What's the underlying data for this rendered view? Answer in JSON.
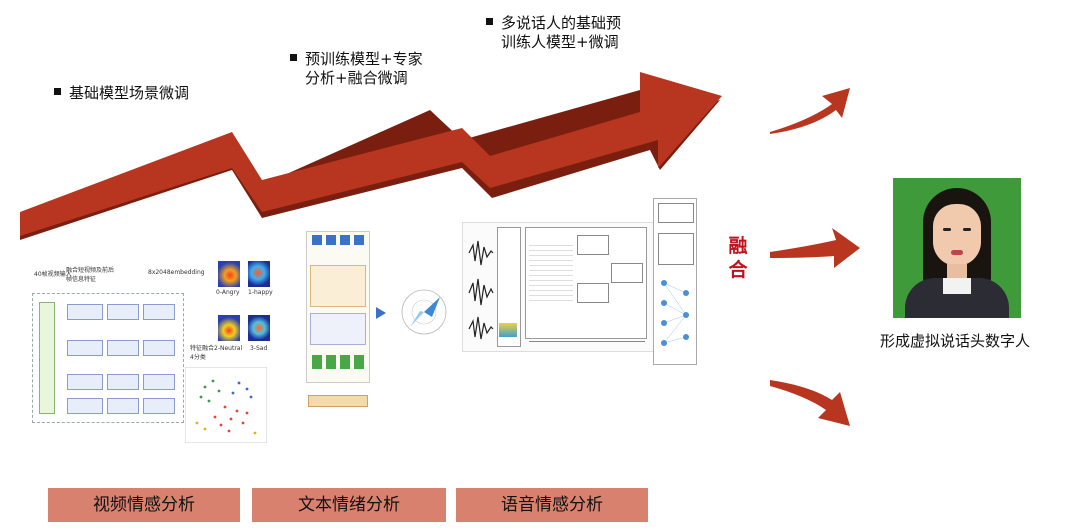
{
  "steps": [
    {
      "label_line1": "基础模型场景微调"
    },
    {
      "label_line1": "预训练模型+专家",
      "label_line2": "分析+融合微调"
    },
    {
      "label_line1": "多说话人的基础预",
      "label_line2": "训练人模型+微调"
    }
  ],
  "analysis_bars": [
    {
      "label": "视频情感分析"
    },
    {
      "label": "文本情绪分析"
    },
    {
      "label": "语音情感分析"
    }
  ],
  "fusion": {
    "line1": "融",
    "line2": "合"
  },
  "output": {
    "caption": "形成虚拟说话头数字人"
  },
  "video_diagram": {
    "input_label": "40帧视频输入",
    "feature_label": "融合短视频及前后",
    "feature_label2": "帧信息特征",
    "embedding_label": "8x2048embedding",
    "classify_label": "特征融合",
    "classify_label2": "4分类",
    "classes": [
      "0-Angry",
      "1-happy",
      "2-Neutral",
      "3-Sad"
    ]
  },
  "colors": {
    "arrow_main": "#b8361f",
    "arrow_shadow": "#7a1f0f",
    "bar_fill": "#d9816f",
    "fusion_text": "#c0121c",
    "avatar_bg": "#3f9a3a"
  }
}
